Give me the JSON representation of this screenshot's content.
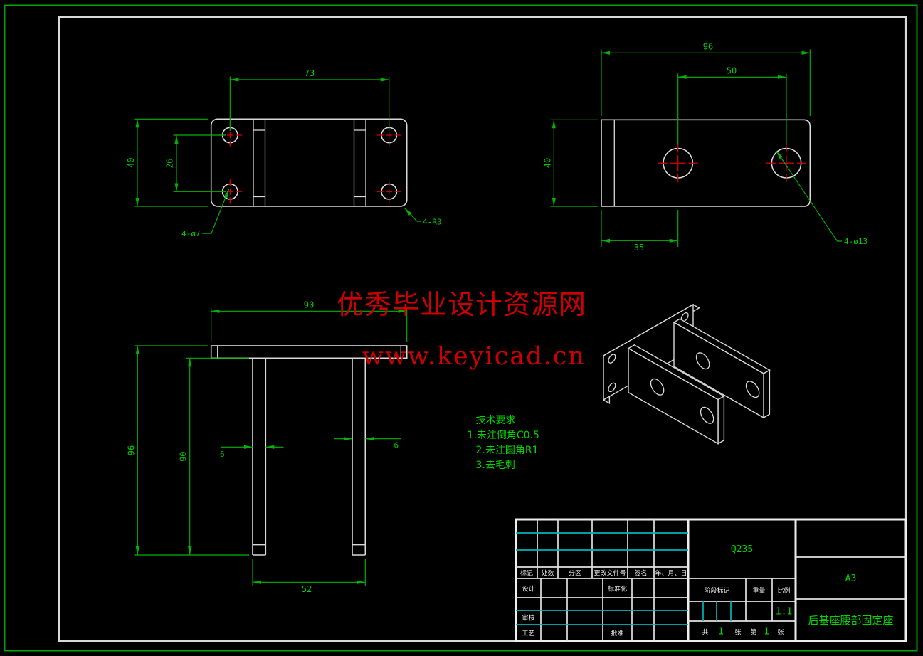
{
  "colors": {
    "background": "#000000",
    "geometry_white": "#d9d9d9",
    "dimension_green": "#00b300",
    "value_text_green": "#00d800",
    "centerline_red": "#d40000",
    "watermark_red": "#cc0000",
    "table_cyan": "#00b4b4"
  },
  "watermark": {
    "line1": "优秀毕业设计资源网",
    "line2": "www.keyicad.cn"
  },
  "tech_requirements": {
    "title": "技术要求",
    "item1": "1.未注倒角C0.5",
    "item2": "2.未注圆角R1",
    "item3": "3.去毛刺"
  },
  "views": {
    "front": {
      "hole_span": "73",
      "height": "40",
      "hole_rows": "26",
      "holes_label": "4-ø7",
      "corner_label": "4-R3"
    },
    "side": {
      "length": "96",
      "hole_span": "50",
      "width": "40",
      "hole_offset": "35",
      "holes_label": "4-ø13"
    },
    "top": {
      "plate_width": "90",
      "overall_depth": "96",
      "leg_depth": "90",
      "leg_thk_left": "6",
      "leg_thk_right": "6",
      "leg_span": "52"
    }
  },
  "title_block": {
    "material": "Q235",
    "paper_size": "A3",
    "part_name": "后基座腰部固定座",
    "scale_value": "1:1",
    "headers": {
      "mark": "标记",
      "count": "处数",
      "zone": "分区",
      "change_no": "更改文件号",
      "signature": "签名",
      "date": "年、月、日"
    },
    "roles": {
      "design": "设计",
      "standardize": "标准化",
      "check": "审核",
      "process": "工艺",
      "approve": "批准"
    },
    "fields": {
      "stage_mark": "阶段标记",
      "weight": "重量",
      "scale": "比例"
    },
    "sheet": {
      "total_prefix": "共",
      "total_num": "1",
      "total_suffix": "张",
      "no_prefix": "第",
      "no_num": "1",
      "no_suffix": "张"
    }
  }
}
